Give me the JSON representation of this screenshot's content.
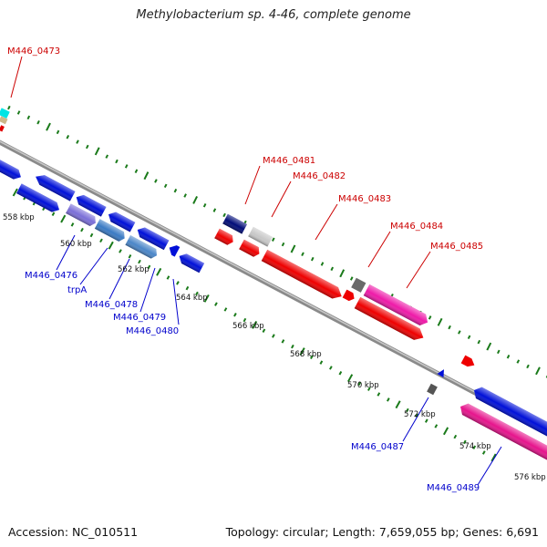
{
  "title": "Methylobacterium sp. 4-46, complete genome",
  "footer": {
    "accession": "Accession: NC_010511",
    "stats": "Topology: circular; Length: 7,659,055 bp; Genes: 6,691"
  },
  "colors": {
    "backbone": "#8a8a8a",
    "tick": "#1a7a1a",
    "label_forward": "#cc0000",
    "label_reverse": "#0000cc"
  },
  "kbp_labels": [
    "558 kbp",
    "560 kbp",
    "562 kbp",
    "564 kbp",
    "566 kbp",
    "568 kbp",
    "570 kbp",
    "572 kbp",
    "574 kbp",
    "576 kbp"
  ],
  "gene_labels": {
    "forward": [
      "M446_0473",
      "M446_0481",
      "M446_0482",
      "M446_0483",
      "M446_0484",
      "M446_0485"
    ],
    "reverse": [
      "M446_0476",
      "trpA",
      "M446_0478",
      "M446_0479",
      "M446_0480",
      "M446_0487",
      "M446_0489"
    ]
  }
}
